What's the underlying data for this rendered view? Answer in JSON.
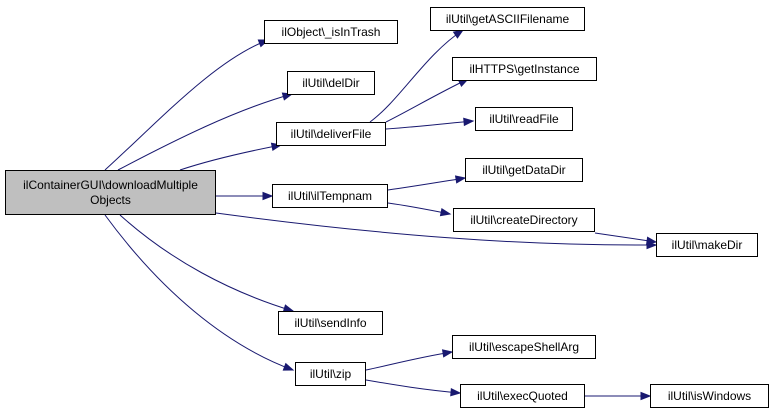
{
  "graph": {
    "root": {
      "line1": "ilContainerGUI\\downloadMultiple",
      "line2": "Objects"
    },
    "nodes": {
      "is_in_trash": "ilObject\\_isInTrash",
      "del_dir": "ilUtil\\delDir",
      "deliver_file": "ilUtil\\deliverFile",
      "il_tempnam": "ilUtil\\ilTempnam",
      "send_info": "ilUtil\\sendInfo",
      "zip": "ilUtil\\zip",
      "get_ascii_filename": "ilUtil\\getASCIIFilename",
      "get_instance": "ilHTTPS\\getInstance",
      "read_file": "ilUtil\\readFile",
      "get_data_dir": "ilUtil\\getDataDir",
      "create_directory": "ilUtil\\createDirectory",
      "escape_shell_arg": "ilUtil\\escapeShellArg",
      "exec_quoted": "ilUtil\\execQuoted",
      "make_dir": "ilUtil\\makeDir",
      "is_windows": "ilUtil\\isWindows"
    },
    "colors": {
      "edge": "#191970",
      "root_fill": "#bfbfbf",
      "node_fill": "#ffffff",
      "border": "#000000"
    }
  }
}
